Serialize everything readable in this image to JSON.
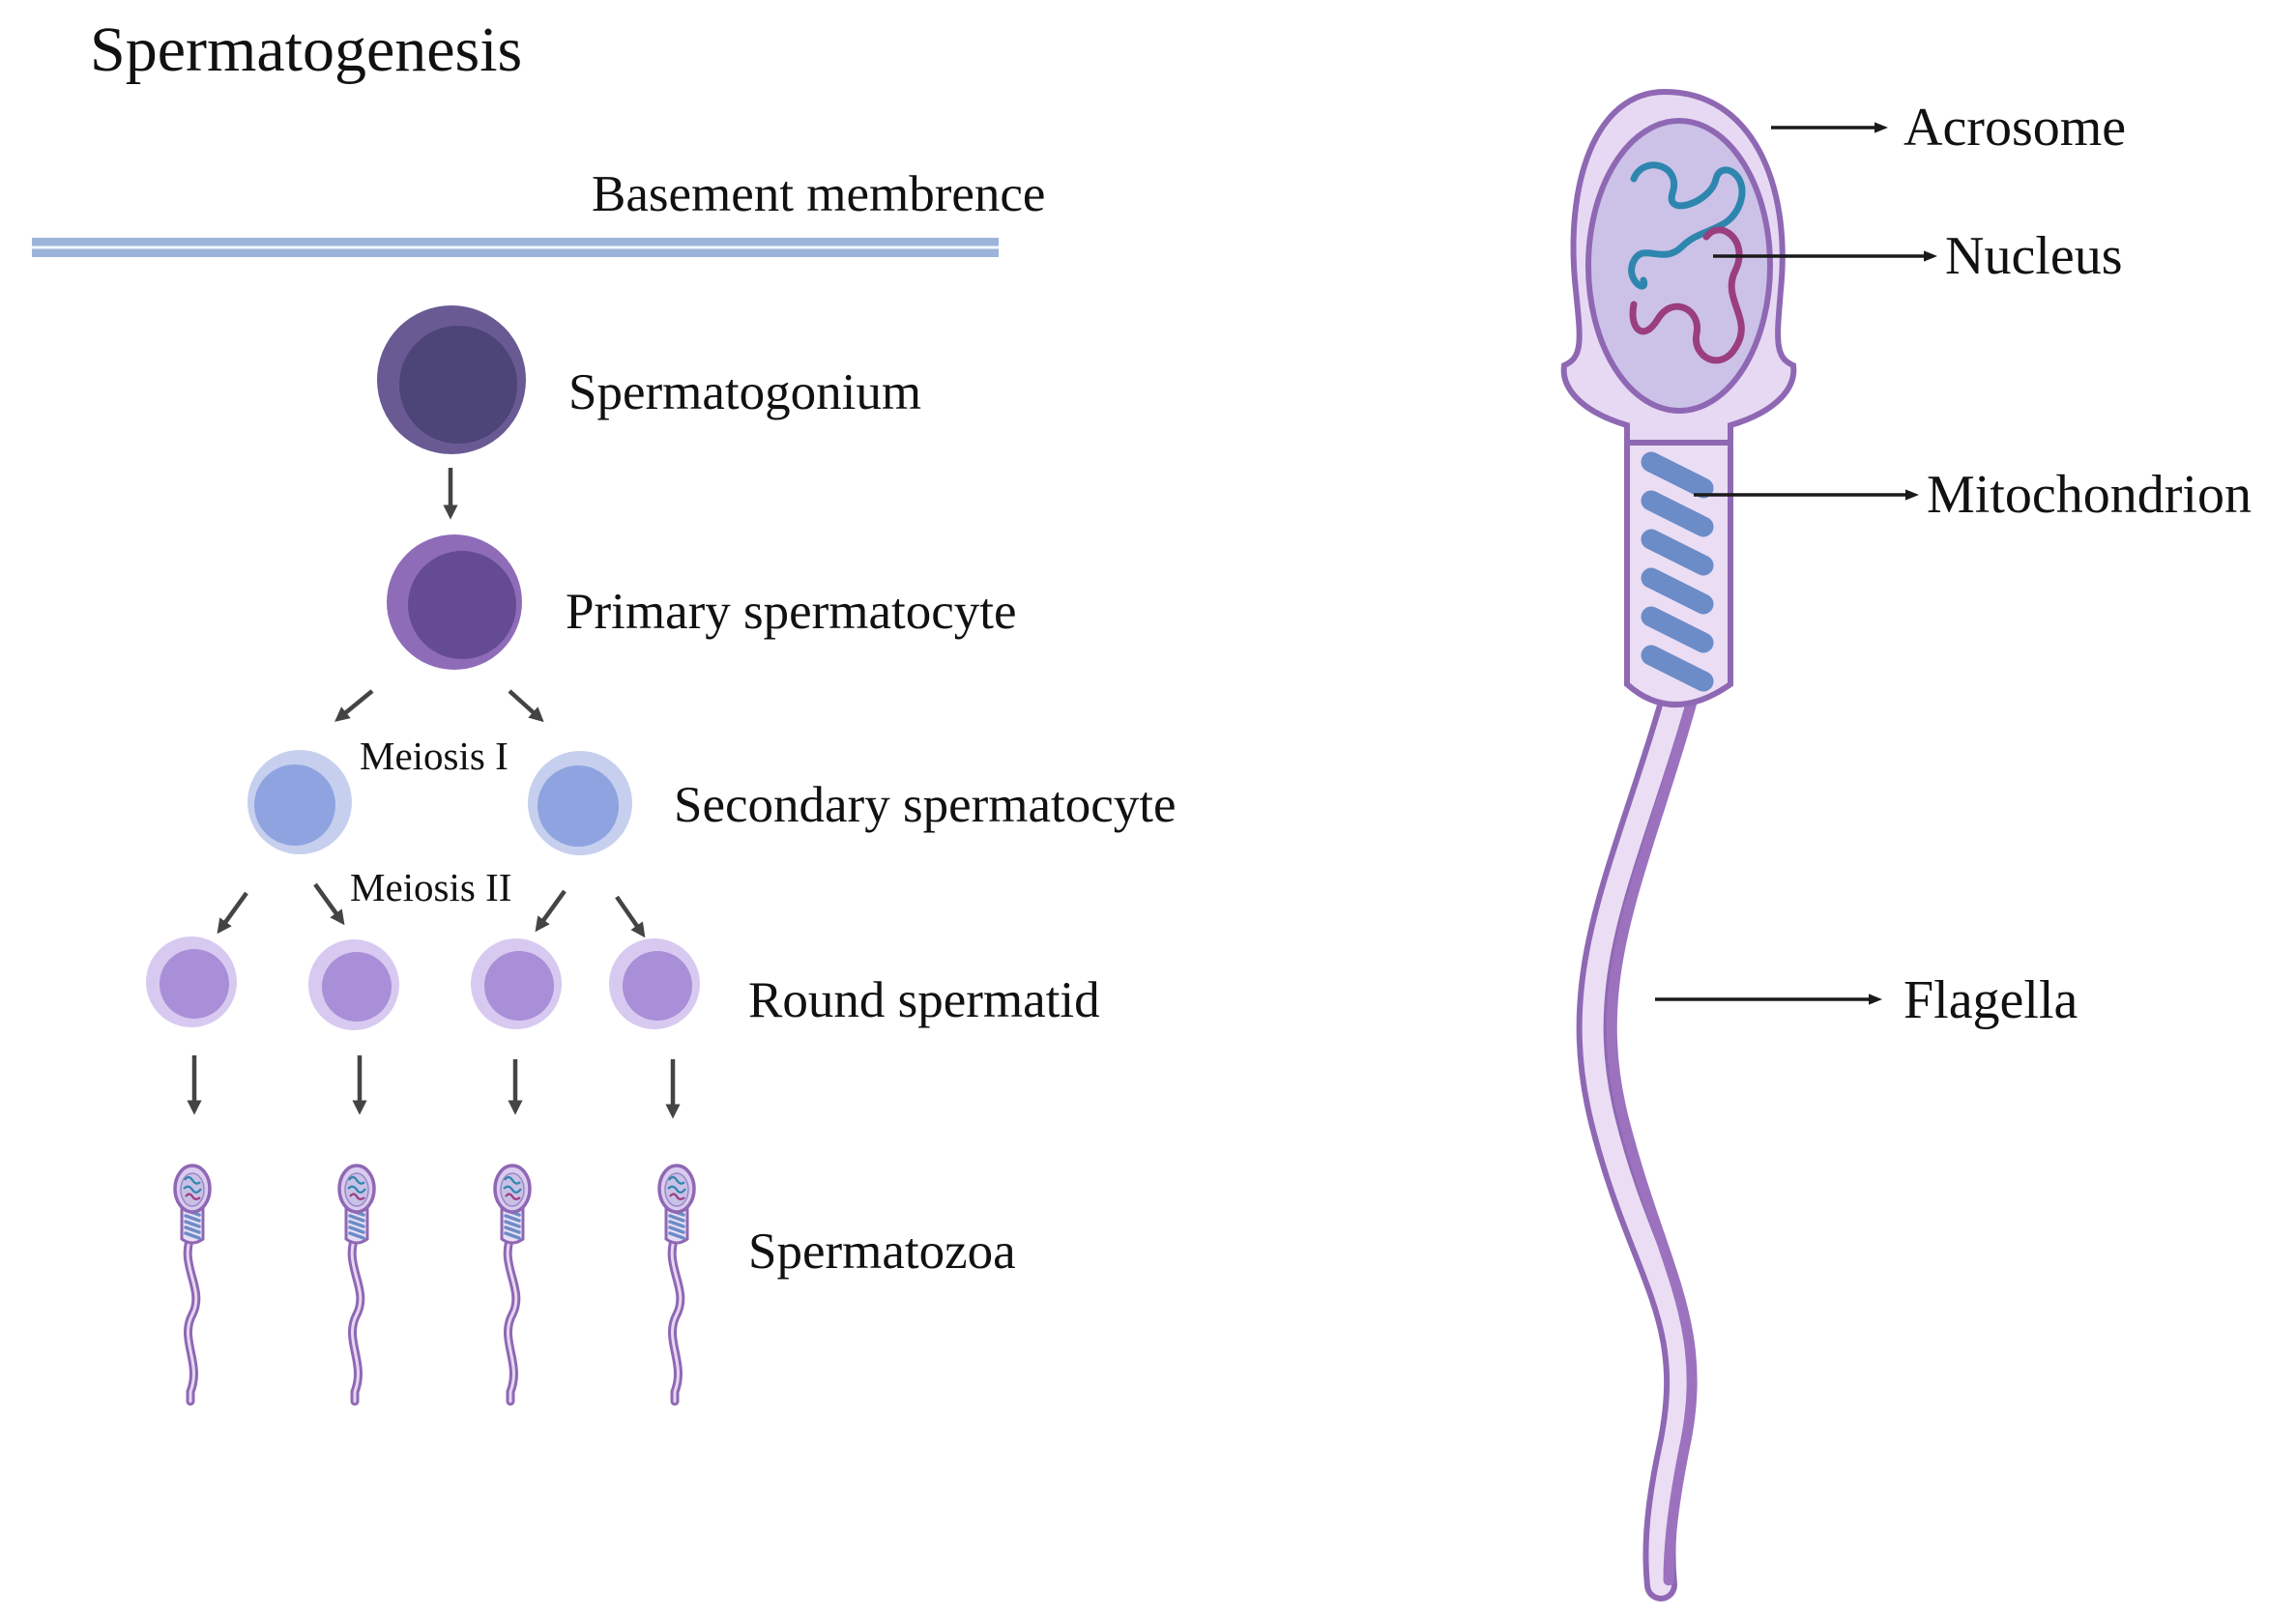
{
  "title": "Spermatogenesis",
  "basement_label": "Basement membrence",
  "stages": {
    "spermatogonium": "Spermatogonium",
    "primary": "Primary spermatocyte",
    "secondary": "Secondary spermatocyte",
    "round": "Round spermatid",
    "spermatozoa": "Spermatozoa"
  },
  "division_labels": {
    "meiosis_1": "Meiosis I",
    "meiosis_2": "Meiosis II"
  },
  "sperm_parts": {
    "acrosome": "Acrosome",
    "nucleus": "Nucleus",
    "mitochondrion": "Mitochondrion",
    "flagella": "Flagella"
  },
  "colors": {
    "spermatogonium_outer": "#6A5A93",
    "spermatogonium_inner": "#4D4478",
    "primary_outer": "#8F6CB8",
    "primary_inner": "#644B92",
    "secondary_outer": "#C6D0EE",
    "secondary_inner": "#8FA3E0",
    "spermatid_outer": "#D8C9F0",
    "spermatid_inner": "#A98ED8",
    "membrane": "#9DB4DA",
    "sperm_outline": "#8F68B4",
    "sperm_fill": "#EBDDF4",
    "head_fill": "#CCC2E8",
    "mitochondria": "#6C8CC8",
    "chromatin_blue": "#2E86AE",
    "chromatin_purple": "#9B3E80"
  }
}
